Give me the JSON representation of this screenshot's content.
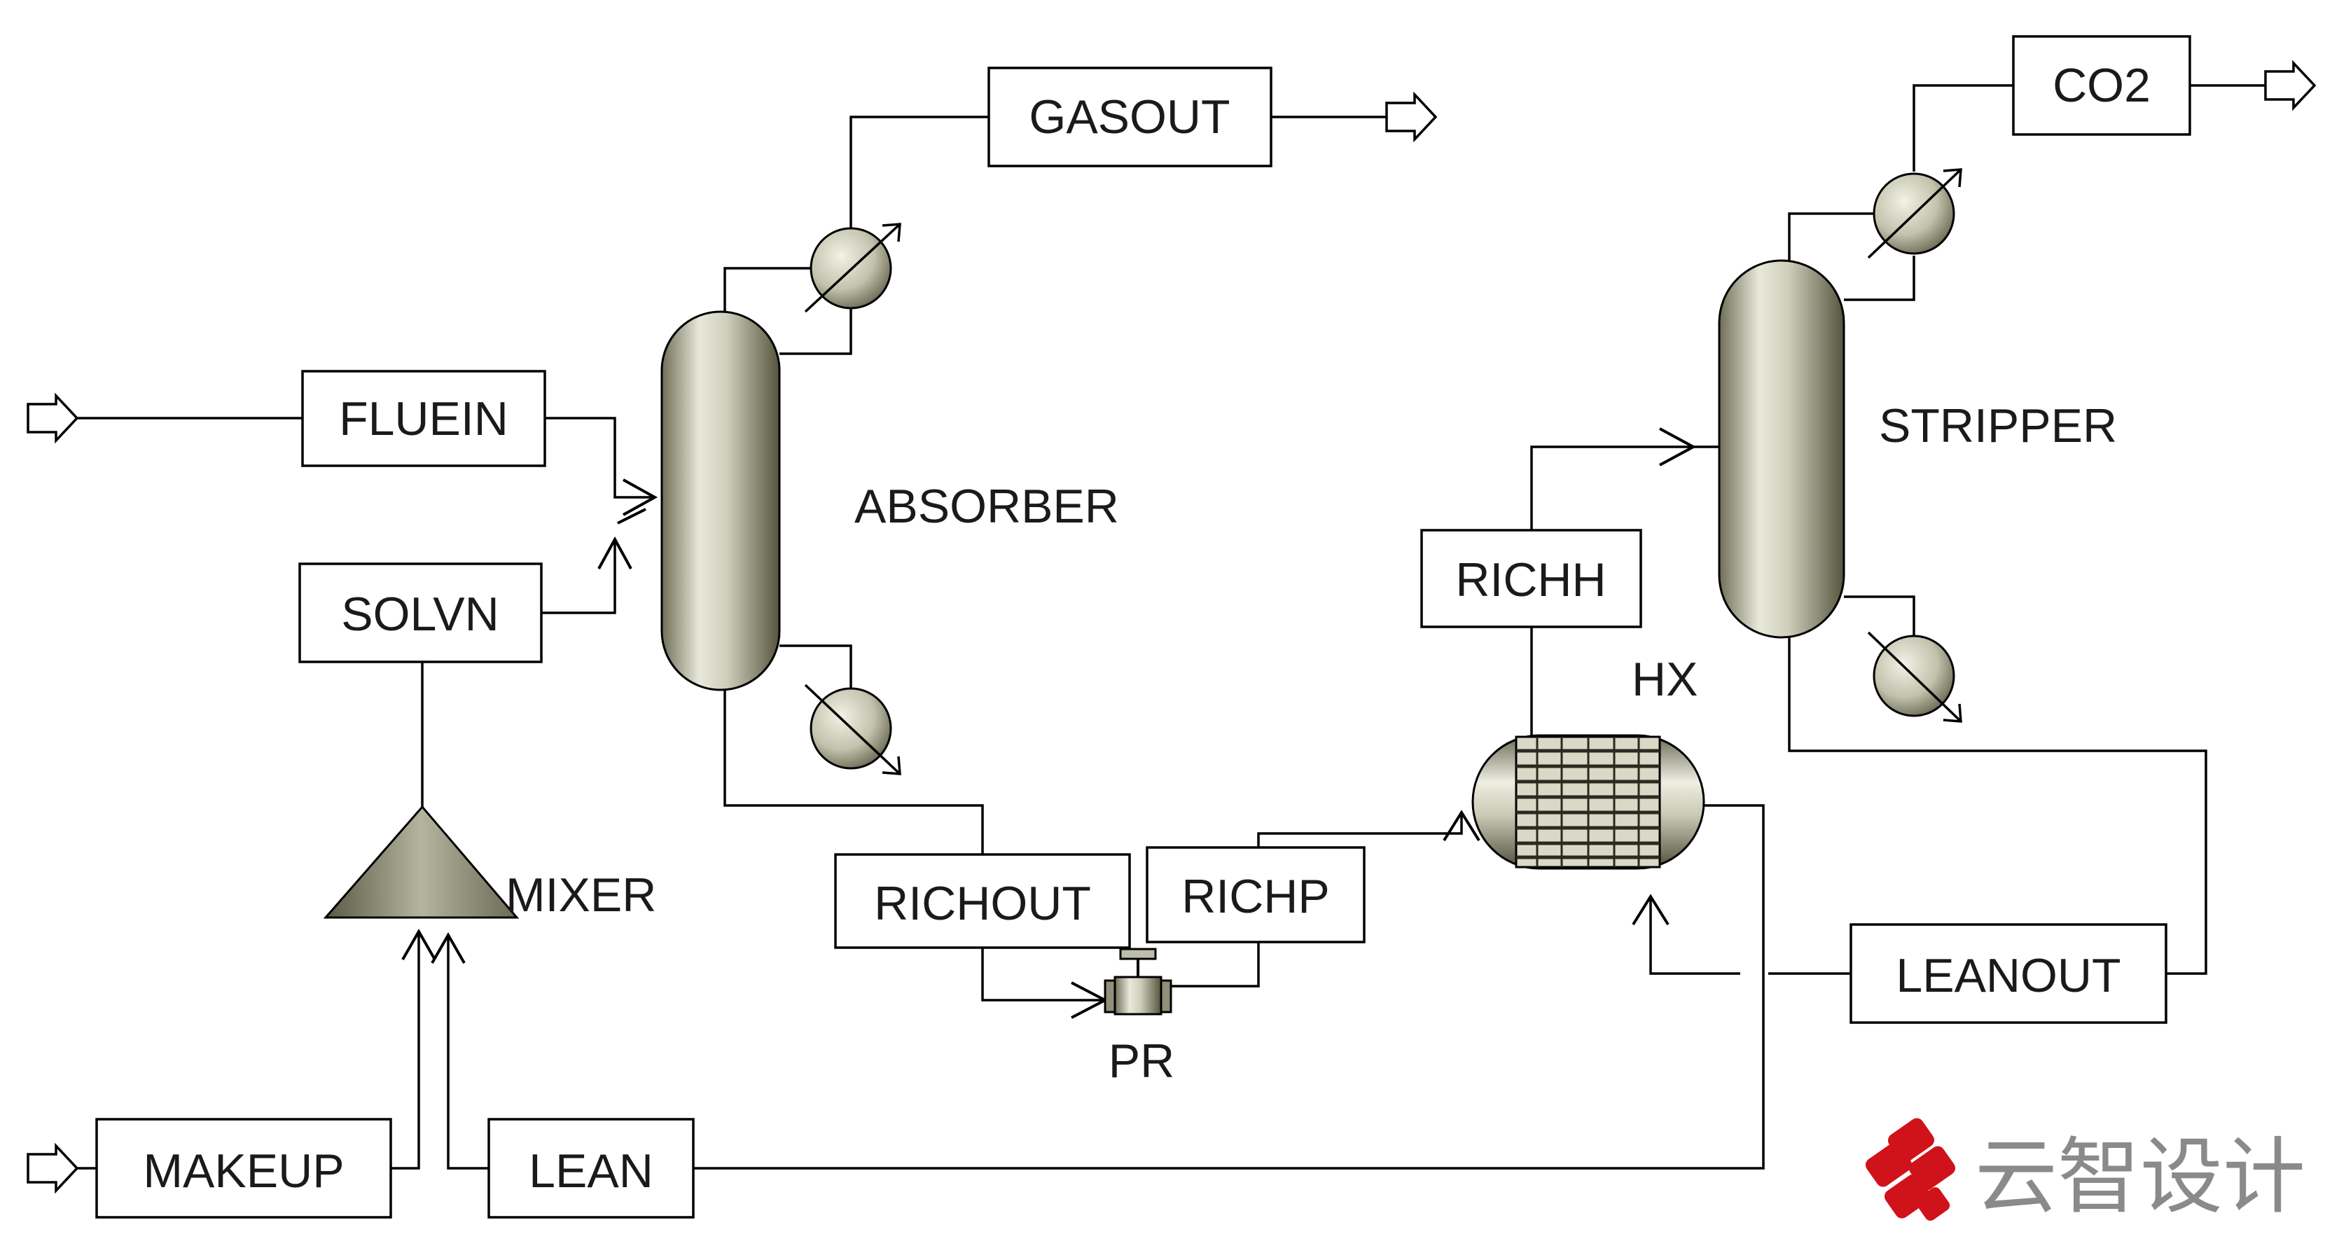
{
  "diagram": {
    "streams": {
      "gasout": "GASOUT",
      "co2": "CO2",
      "fluein": "FLUEIN",
      "solvn": "SOLVN",
      "richh": "RICHH",
      "richout": "RICHOUT",
      "richp": "RICHP",
      "leanout": "LEANOUT",
      "makeup": "MAKEUP",
      "lean": "LEAN"
    },
    "blocks": {
      "absorber": "ABSORBER",
      "stripper": "STRIPPER",
      "mixer": "MIXER",
      "pr": "PR",
      "hx": "HX"
    }
  },
  "logo": {
    "text": "云智设计",
    "color": "#d0121b",
    "icon": "yunzhi-logo-icon"
  }
}
